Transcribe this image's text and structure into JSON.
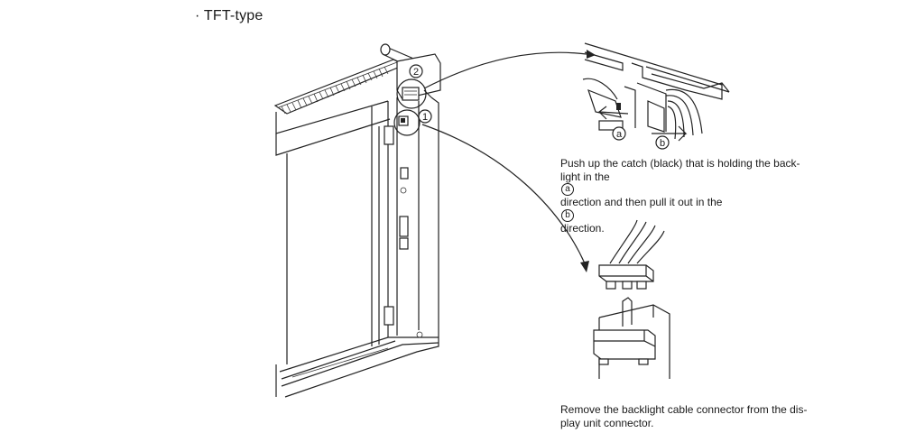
{
  "heading": "· TFT-type",
  "markers": {
    "one": "1",
    "two": "2",
    "a": "a",
    "b": "b"
  },
  "caption_top": {
    "line1": "Push up the catch (black) that is holding the back-",
    "line2_pre": "light in the",
    "line2_circle_a": "a",
    "line2_mid": "direction and then pull it out in the",
    "line2_circle_b": "b",
    "line3": "direction."
  },
  "caption_bottom": {
    "line1": "Remove the backlight cable connector from the dis-",
    "line2": "play unit connector."
  }
}
